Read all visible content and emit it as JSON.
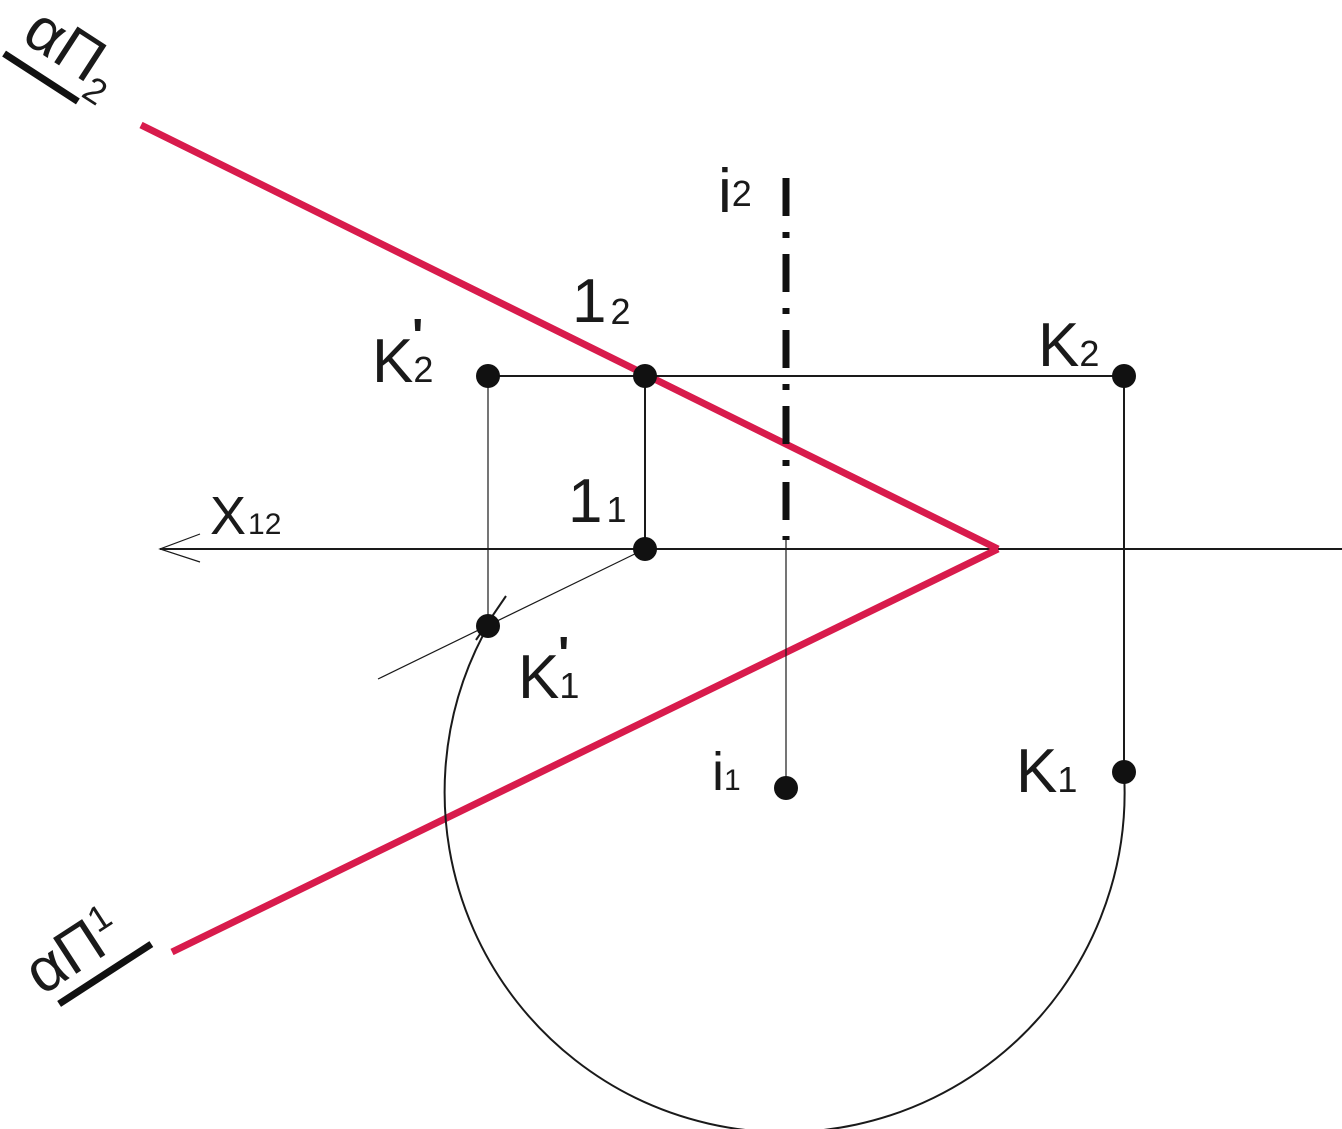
{
  "labels": {
    "trace_v": {
      "main": "α",
      "pi": "Π",
      "sub": "2"
    },
    "trace_h": {
      "main": "α",
      "pi": "Π",
      "sub": "1"
    },
    "i2": {
      "main": "i",
      "sub": "2"
    },
    "i1": {
      "main": "i",
      "sub": "1"
    },
    "p12": {
      "main": "1",
      "sub": "2"
    },
    "p11": {
      "main": "1",
      "sub": "1"
    },
    "k2p": {
      "main": "K",
      "sub": "2",
      "prime": "'"
    },
    "k1p": {
      "main": "K",
      "sub": "1",
      "prime": "'"
    },
    "k2": {
      "main": "K",
      "sub": "2"
    },
    "k1": {
      "main": "K",
      "sub": "1"
    },
    "x12": {
      "main": "X",
      "sub": "12"
    }
  },
  "colors": {
    "trace": "#d81b4c",
    "line": "#1a1a1a"
  }
}
